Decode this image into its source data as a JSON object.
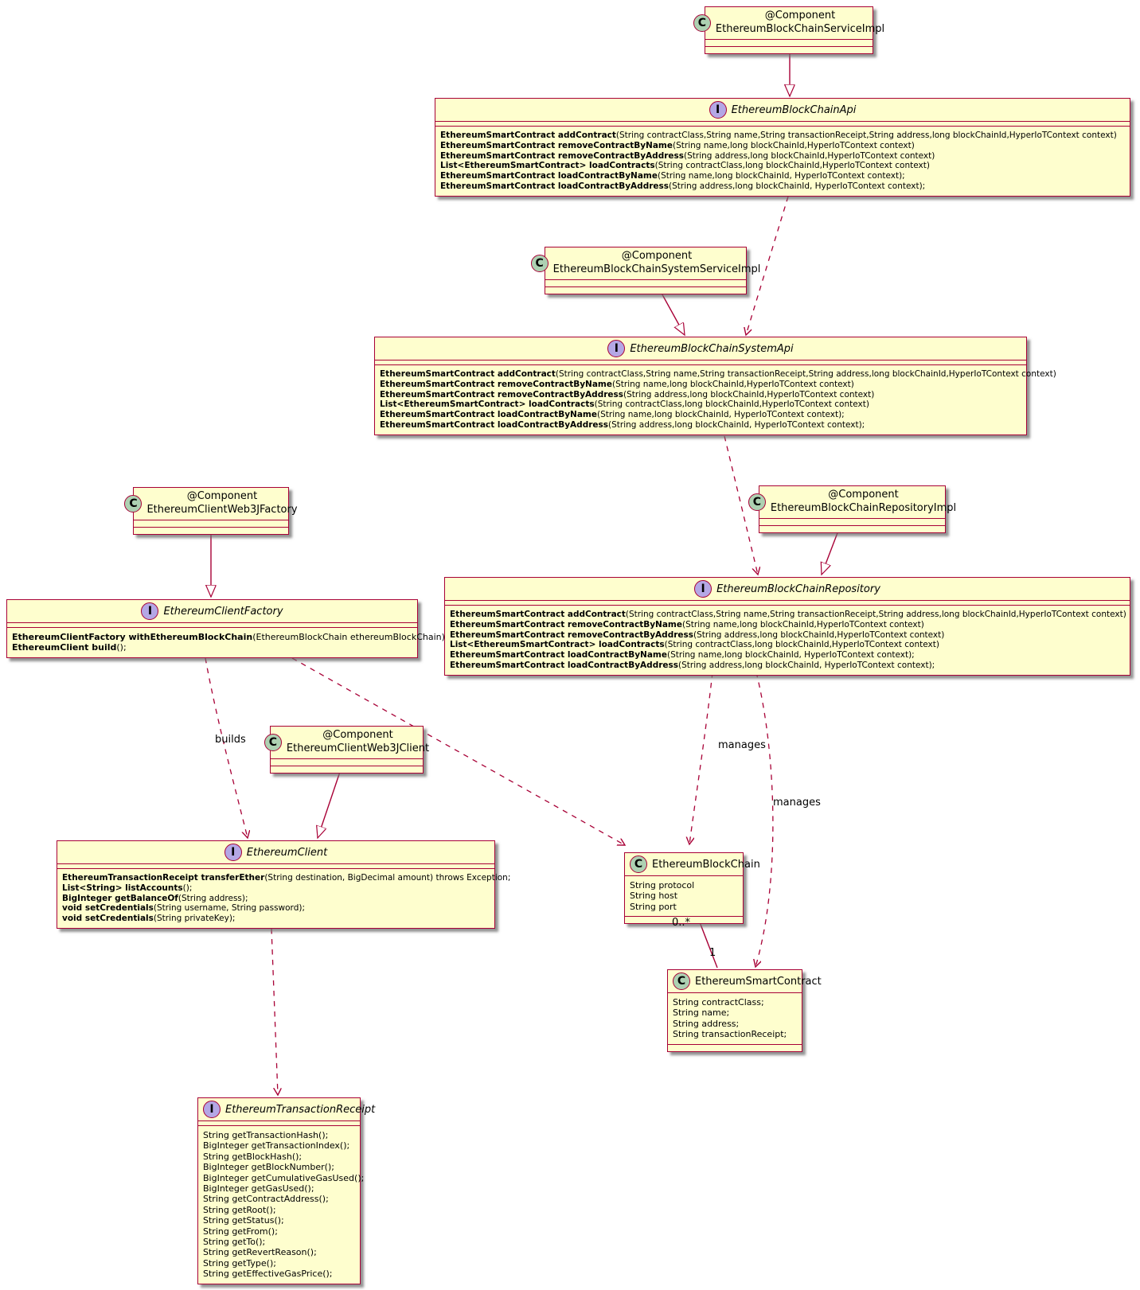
{
  "labels": {
    "builds": "builds",
    "manages_blockchain": "manages",
    "manages_smartcontract": "manages",
    "multiplicity_blockchain_end": "0..*",
    "multiplicity_smartcontract_end": "1"
  },
  "boxes": {
    "service_impl": {
      "kind": "C",
      "stereotype": "@Component",
      "name": "EthereumBlockChainServiceImpl"
    },
    "api": {
      "kind": "I",
      "name": "EthereumBlockChainApi",
      "methods": [
        {
          "b": "EthereumSmartContract addContract",
          "r": "(String contractClass,String name,String transactionReceipt,String address,long blockChainId,HyperIoTContext context)"
        },
        {
          "b": "EthereumSmartContract removeContractByName",
          "r": "(String name,long blockChainId,HyperIoTContext context)"
        },
        {
          "b": "EthereumSmartContract removeContractByAddress",
          "r": "(String address,long blockChainId,HyperIoTContext context)"
        },
        {
          "b": "List<EthereumSmartContract> loadContracts",
          "r": "(String contractClass,long blockChainId,HyperIoTContext context)"
        },
        {
          "b": "EthereumSmartContract loadContractByName",
          "r": "(String name,long blockChainId, HyperIoTContext context);"
        },
        {
          "b": "EthereumSmartContract loadContractByAddress",
          "r": "(String address,long blockChainId, HyperIoTContext context);"
        }
      ]
    },
    "system_service_impl": {
      "kind": "C",
      "stereotype": "@Component",
      "name": "EthereumBlockChainSystemServiceImpl"
    },
    "system_api": {
      "kind": "I",
      "name": "EthereumBlockChainSystemApi",
      "methods": [
        {
          "b": "EthereumSmartContract addContract",
          "r": "(String contractClass,String name,String transactionReceipt,String address,long blockChainId,HyperIoTContext context)"
        },
        {
          "b": "EthereumSmartContract removeContractByName",
          "r": "(String name,long blockChainId,HyperIoTContext context)"
        },
        {
          "b": "EthereumSmartContract removeContractByAddress",
          "r": "(String address,long blockChainId,HyperIoTContext context)"
        },
        {
          "b": "List<EthereumSmartContract> loadContracts",
          "r": "(String contractClass,long blockChainId,HyperIoTContext context)"
        },
        {
          "b": "EthereumSmartContract loadContractByName",
          "r": "(String name,long blockChainId, HyperIoTContext context);"
        },
        {
          "b": "EthereumSmartContract loadContractByAddress",
          "r": "(String address,long blockChainId, HyperIoTContext context);"
        }
      ]
    },
    "client_web3j_factory": {
      "kind": "C",
      "stereotype": "@Component",
      "name": "EthereumClientWeb3JFactory"
    },
    "repository_impl": {
      "kind": "C",
      "stereotype": "@Component",
      "name": "EthereumBlockChainRepositoryImpl"
    },
    "client_factory": {
      "kind": "I",
      "name": "EthereumClientFactory",
      "methods": [
        {
          "b": "EthereumClientFactory withEthereumBlockChain",
          "r": "(EthereumBlockChain ethereumBlockChain);"
        },
        {
          "b": "EthereumClient build",
          "r": "();"
        }
      ]
    },
    "repository": {
      "kind": "I",
      "name": "EthereumBlockChainRepository",
      "methods": [
        {
          "b": "EthereumSmartContract addContract",
          "r": "(String contractClass,String name,String transactionReceipt,String address,long blockChainId,HyperIoTContext context)"
        },
        {
          "b": "EthereumSmartContract removeContractByName",
          "r": "(String name,long blockChainId,HyperIoTContext context)"
        },
        {
          "b": "EthereumSmartContract removeContractByAddress",
          "r": "(String address,long blockChainId,HyperIoTContext context)"
        },
        {
          "b": "List<EthereumSmartContract> loadContracts",
          "r": "(String contractClass,long blockChainId,HyperIoTContext context)"
        },
        {
          "b": "EthereumSmartContract loadContractByName",
          "r": "(String name,long blockChainId, HyperIoTContext context);"
        },
        {
          "b": "EthereumSmartContract loadContractByAddress",
          "r": "(String address,long blockChainId, HyperIoTContext context);"
        }
      ]
    },
    "client_web3j_client": {
      "kind": "C",
      "stereotype": "@Component",
      "name": "EthereumClientWeb3JClient"
    },
    "client": {
      "kind": "I",
      "name": "EthereumClient",
      "methods": [
        {
          "b": "EthereumTransactionReceipt transferEther",
          "r": "(String destination, BigDecimal amount) throws Exception;"
        },
        {
          "b": "List<String> listAccounts",
          "r": "();"
        },
        {
          "b": "BigInteger getBalanceOf",
          "r": "(String address);"
        },
        {
          "b": "void setCredentials",
          "r": "(String username, String password);"
        },
        {
          "b": "void setCredentials",
          "r": "(String privateKey);"
        }
      ]
    },
    "blockchain": {
      "kind": "C",
      "name": "EthereumBlockChain",
      "fields": [
        "String protocol",
        "String host",
        "String port"
      ]
    },
    "smart_contract": {
      "kind": "C",
      "name": "EthereumSmartContract",
      "fields": [
        "String contractClass;",
        "String name;",
        "String address;",
        "String transactionReceipt;"
      ]
    },
    "transaction_receipt": {
      "kind": "I",
      "name": "EthereumTransactionReceipt",
      "methods": [
        "String getTransactionHash();",
        "BigInteger getTransactionIndex();",
        "String getBlockHash();",
        "BigInteger getBlockNumber();",
        "BigInteger getCumulativeGasUsed();",
        "BigInteger getGasUsed();",
        "String getContractAddress();",
        "String getRoot();",
        "String getStatus();",
        "String getFrom();",
        "String getTo();",
        "String getRevertReason();",
        "String getType();",
        "String getEffectiveGasPrice();"
      ]
    }
  }
}
